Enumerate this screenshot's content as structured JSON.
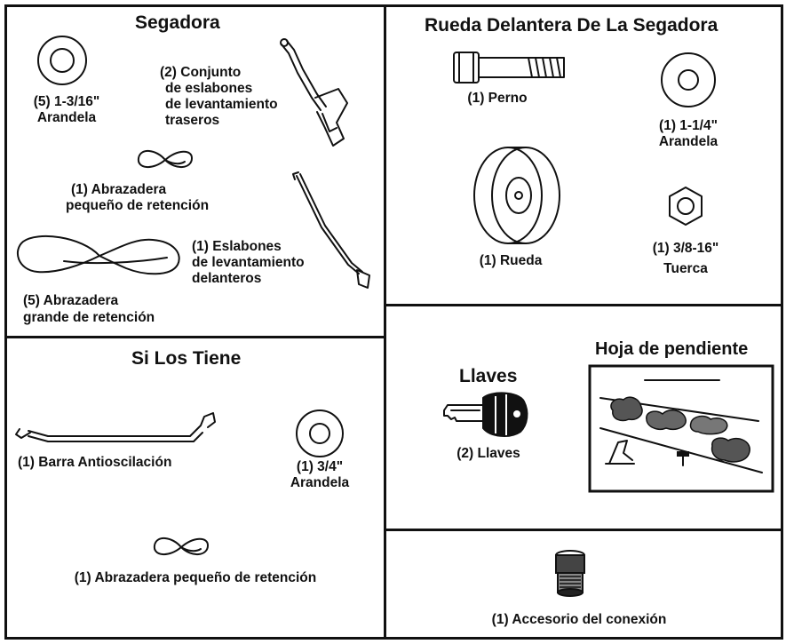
{
  "segadora": {
    "title": "Segadora",
    "washer_qty": "(5) 1-3/16\"",
    "washer_name": "Arandela",
    "rear_links_l1": "(2) Conjunto",
    "rear_links_l2": "de eslabones",
    "rear_links_l3": "de levantamiento",
    "rear_links_l4": "traseros",
    "small_clip_l1": "(1) Abrazadera",
    "small_clip_l2": "pequeño de retención",
    "front_links_l1": "(1) Eslabones",
    "front_links_l2": "de levantamiento",
    "front_links_l3": "delanteros",
    "large_clip_l1": "(5) Abrazadera",
    "large_clip_l2": "grande de retención"
  },
  "rueda": {
    "title": "Rueda Delantera De La Segadora",
    "bolt": "(1) Perno",
    "washer_qty": "(1) 1-1/4\"",
    "washer_name": "Arandela",
    "wheel": "(1) Rueda",
    "nut_qty": "(1) 3/8-16\"",
    "nut_name": "Tuerca"
  },
  "si_los_tiene": {
    "title": "Si Los Tiene",
    "bar": "(1) Barra Antioscilación",
    "washer_qty": "(1) 3/4\"",
    "washer_name": "Arandela",
    "clip": "(1) Abrazadera pequeño de retención"
  },
  "llaves": {
    "title": "Llaves",
    "label": "(2) Llaves"
  },
  "hoja": {
    "title": "Hoja de pendiente"
  },
  "accesorio": {
    "label": "(1) Accesorio del conexión"
  }
}
